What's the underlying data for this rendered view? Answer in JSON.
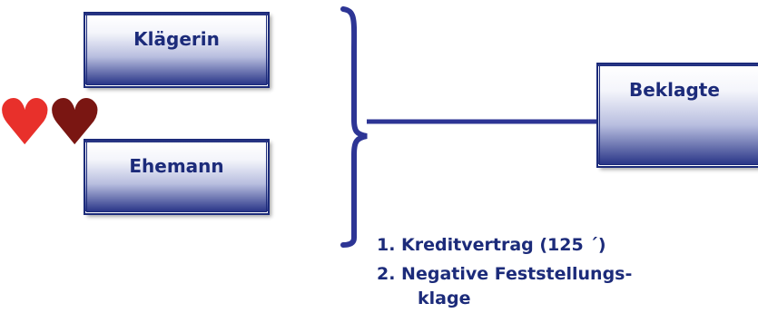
{
  "parties": {
    "plaintiff": "Klägerin",
    "husband": "Ehemann",
    "defendant": "Beklagte"
  },
  "icons": {
    "heart_left": "heart-icon",
    "heart_right": "heart-icon",
    "heart_left_color": "#e8302b",
    "heart_right_color": "#7a1612"
  },
  "notes": {
    "item1": "1. Kreditvertrag (125  ´)",
    "item2_line1": "2. Negative Feststellungs-",
    "item2_line2": "klage"
  },
  "colors": {
    "primary": "#1c2b7a",
    "connector": "#2d3595"
  }
}
